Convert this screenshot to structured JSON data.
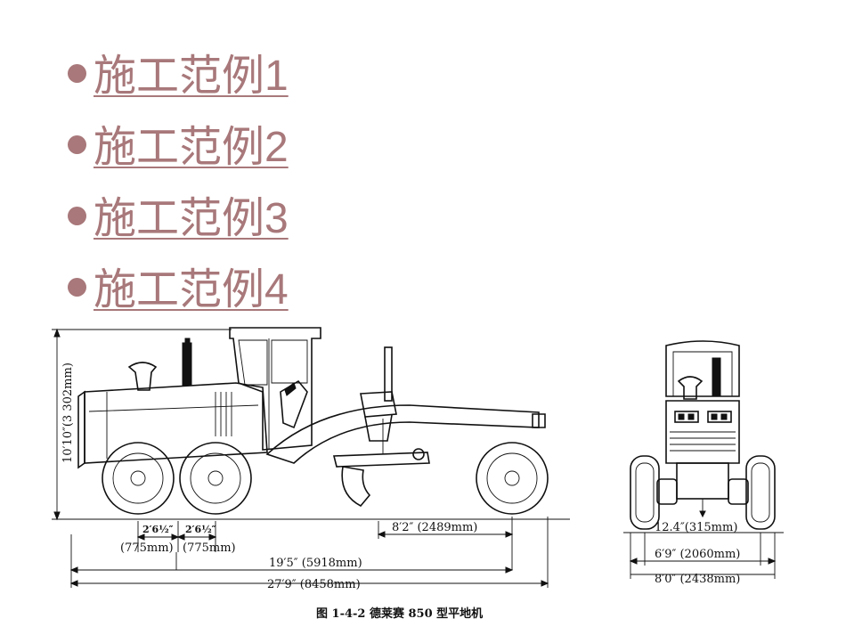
{
  "links": [
    {
      "label": "施工范例1"
    },
    {
      "label": "施工范例2"
    },
    {
      "label": "施工范例3"
    },
    {
      "label": "施工范例4"
    }
  ],
  "colors": {
    "link": "#a8787a",
    "bullet": "#a8787a",
    "ink": "#111111"
  },
  "figure": {
    "height_label": "10′10″(3 302mm)",
    "axle_spacing_1_in": "2′6½″",
    "axle_spacing_2_in": "2′6½″",
    "axle_spacing_1_mm": "(775mm)",
    "axle_spacing_2_mm": "(775mm)",
    "blade_reach": "8′2″ (2489mm)",
    "wheelbase": "19′5″ (5918mm)",
    "overall_length": "27′9″ (8458mm)",
    "ground_clearance": "12.4″(315mm)",
    "track_width": "6′9″ (2060mm)",
    "overall_width": "8′0″ (2438mm)",
    "caption": "图 1-4-2  德莱赛 850 型平地机"
  }
}
